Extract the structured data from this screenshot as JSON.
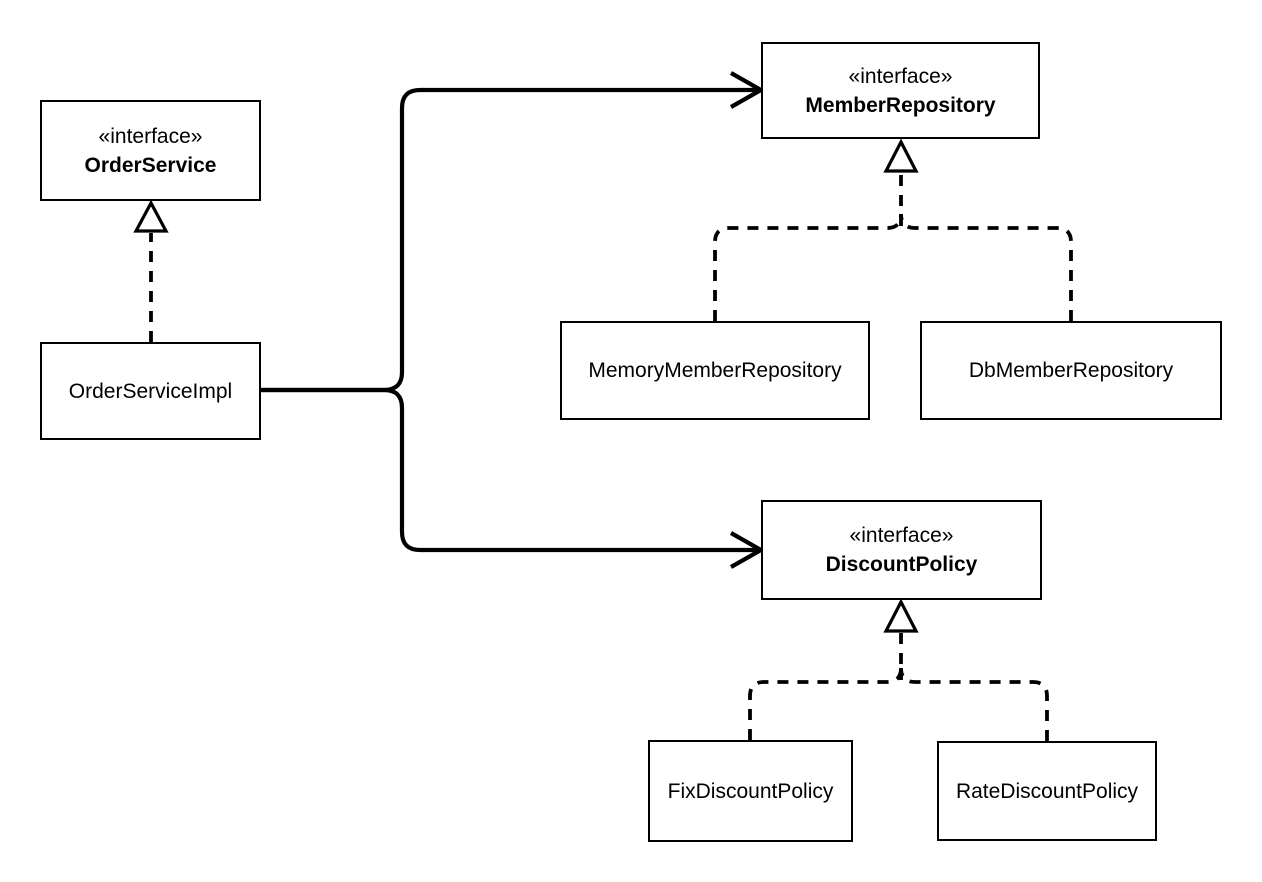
{
  "diagram": {
    "type": "uml-class-diagram",
    "colors": {
      "line": "#000000",
      "node_border": "#000000",
      "node_fill": "#ffffff",
      "background": "#ffffff"
    },
    "nodes": [
      {
        "id": "order-service",
        "stereotype": "«interface»",
        "name": "OrderService"
      },
      {
        "id": "order-service-impl",
        "name": "OrderServiceImpl"
      },
      {
        "id": "member-repository",
        "stereotype": "«interface»",
        "name": "MemberRepository"
      },
      {
        "id": "memory-member-repository",
        "name": "MemoryMemberRepository"
      },
      {
        "id": "db-member-repository",
        "name": "DbMemberRepository"
      },
      {
        "id": "discount-policy",
        "stereotype": "«interface»",
        "name": "DiscountPolicy"
      },
      {
        "id": "fix-discount-policy",
        "name": "FixDiscountPolicy"
      },
      {
        "id": "rate-discount-policy",
        "name": "RateDiscountPolicy"
      }
    ],
    "edges": [
      {
        "from": "OrderServiceImpl",
        "to": "OrderService",
        "type": "realization",
        "style": "dashed, hollow triangle"
      },
      {
        "from": "MemoryMemberRepository",
        "to": "MemberRepository",
        "type": "realization",
        "style": "dashed, hollow triangle"
      },
      {
        "from": "DbMemberRepository",
        "to": "MemberRepository",
        "type": "realization",
        "style": "dashed, hollow triangle"
      },
      {
        "from": "FixDiscountPolicy",
        "to": "DiscountPolicy",
        "type": "realization",
        "style": "dashed, hollow triangle"
      },
      {
        "from": "RateDiscountPolicy",
        "to": "DiscountPolicy",
        "type": "realization",
        "style": "dashed, hollow triangle"
      },
      {
        "from": "OrderServiceImpl",
        "to": "MemberRepository",
        "type": "dependency",
        "style": "solid, open arrowhead"
      },
      {
        "from": "OrderServiceImpl",
        "to": "DiscountPolicy",
        "type": "dependency",
        "style": "solid, open arrowhead"
      }
    ]
  }
}
